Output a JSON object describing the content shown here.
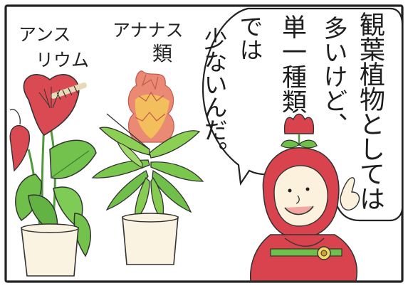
{
  "comic": {
    "labels": {
      "anthurium_line1": "アンス",
      "anthurium_line2": "リウム",
      "ananas_line1": "アナナス",
      "ananas_line2": "類"
    },
    "speech": {
      "col1": "観葉植物としては",
      "col2": "多いけど、",
      "col3": "単一種類",
      "col4": "では",
      "col5": "少ないんだ。"
    }
  },
  "colors": {
    "border": "#222222",
    "anthurium_spathe": "#d94a52",
    "leaf_green": "#6fbf4a",
    "bromeliad_red": "#e8766e",
    "bromeliad_yellow": "#f1d54a",
    "pot": "#fbf3e2",
    "mascot_red": "#d9434e",
    "mascot_skin": "#fbf1dc"
  }
}
